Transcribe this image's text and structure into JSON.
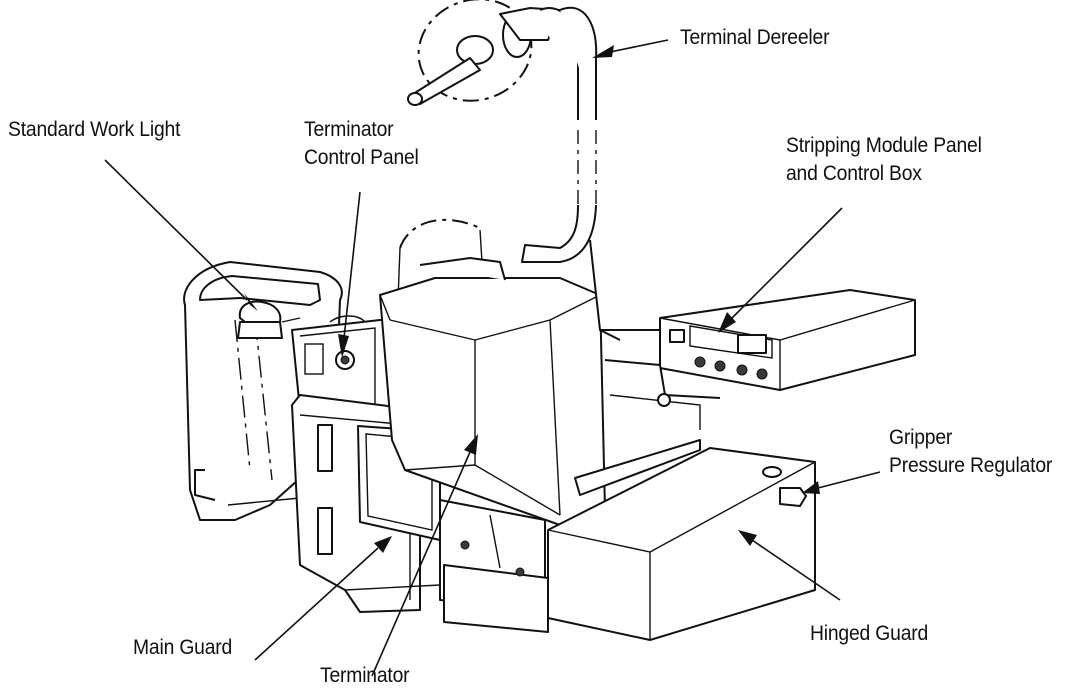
{
  "diagram": {
    "labels": {
      "terminal_dereeler": "Terminal Dereeler",
      "standard_work_light": "Standard Work Light",
      "terminator_control_panel_line1": "Terminator",
      "terminator_control_panel_line2": "Control Panel",
      "stripping_module_line1": "Stripping Module Panel",
      "stripping_module_line2": "and Control Box",
      "gripper_line1": "Gripper",
      "gripper_line2": "Pressure Regulator",
      "main_guard": "Main Guard",
      "terminator": "Terminator",
      "hinged_guard": "Hinged Guard"
    }
  }
}
